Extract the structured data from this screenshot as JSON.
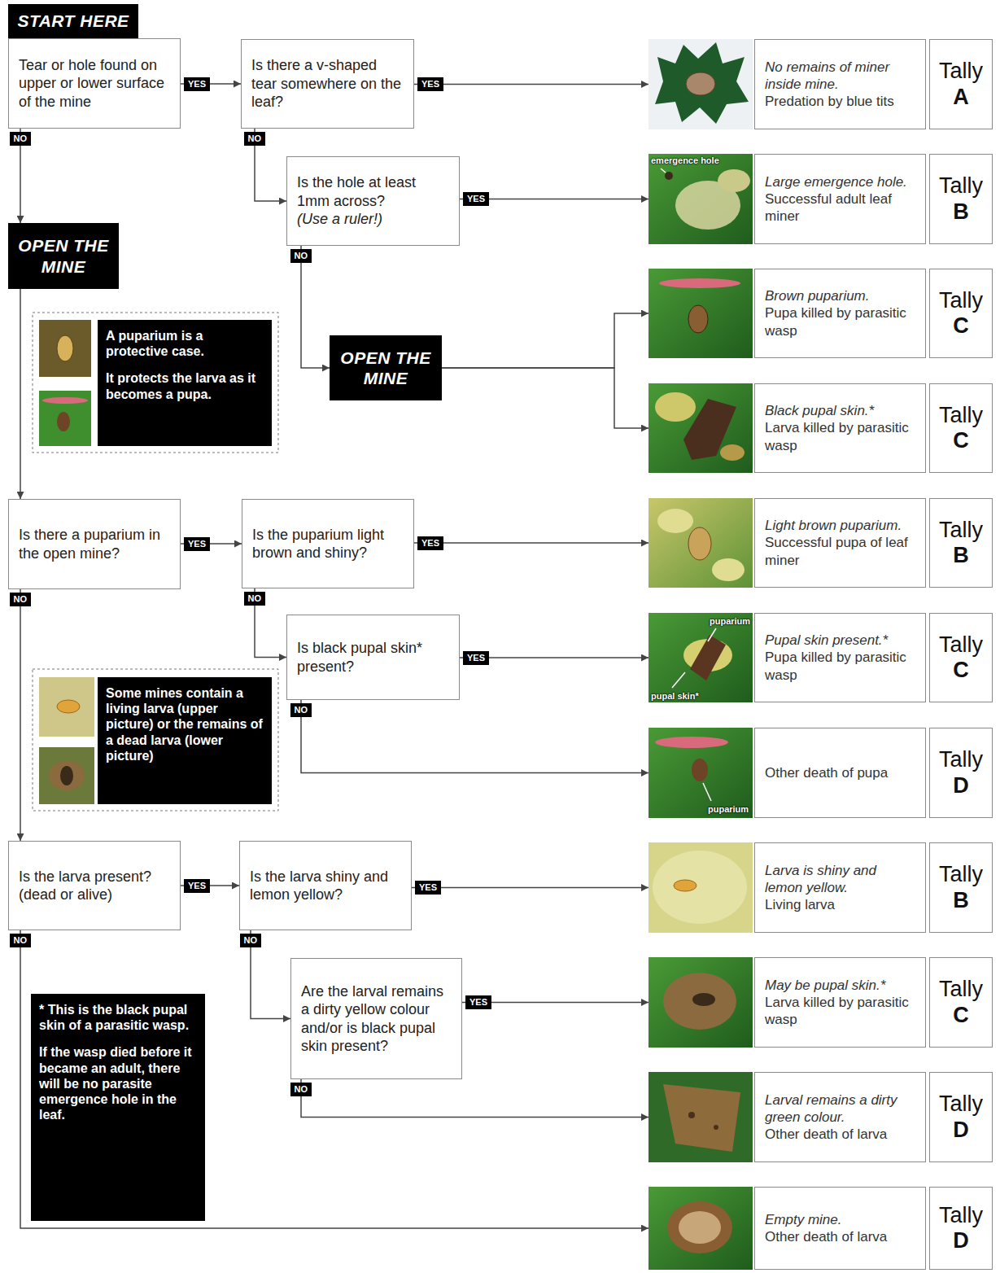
{
  "diagram": {
    "nodes": [
      {
        "text": [
          "START HERE"
        ]
      },
      {
        "text": [
          "Tear or hole found on upper or lower surface of the mine"
        ]
      },
      {
        "text": [
          "Is there a v-shaped tear somewhere on the leaf?"
        ]
      },
      {
        "text": [
          "No remains of miner inside mine.",
          "Predation by blue tits"
        ]
      },
      {
        "text": [
          "Tally",
          "A"
        ]
      },
      {
        "text": [
          "Is the hole at least 1mm across?",
          "(Use a ruler!)"
        ]
      },
      {
        "text": [
          "Large emergence hole.",
          "Successful adult leaf miner"
        ]
      },
      {
        "text": [
          "Tally",
          "B"
        ]
      },
      {
        "text": [
          "OPEN THE MINE"
        ]
      },
      {
        "text": [
          "Brown puparium.",
          "Pupa killed by parasitic wasp"
        ]
      },
      {
        "text": [
          "Tally",
          "C"
        ]
      },
      {
        "text": [
          "A puparium is a protective case.",
          "It protects the larva as it becomes a pupa."
        ]
      },
      {
        "text": [
          "OPEN THE MINE"
        ]
      },
      {
        "text": [
          "Black pupal skin.*",
          "Larva killed by parasitic wasp"
        ]
      },
      {
        "text": [
          "Tally",
          "C"
        ]
      },
      {
        "text": [
          "Is there a puparium in the open mine?"
        ]
      },
      {
        "text": [
          "Is the puparium light brown and shiny?"
        ]
      },
      {
        "text": [
          "Light brown puparium.",
          "Successful pupa of leaf miner"
        ]
      },
      {
        "text": [
          "Tally",
          "B"
        ]
      },
      {
        "text": [
          "Is black pupal skin* present?"
        ]
      },
      {
        "text": [
          "Pupal skin present.*",
          "Pupa killed by parasitic wasp"
        ]
      },
      {
        "text": [
          "Tally",
          "C"
        ]
      },
      {
        "text": [
          "Some mines contain a living larva (upper picture) or the remains of a dead larva (lower picture)"
        ]
      },
      {
        "text": [
          "Other death of pupa"
        ]
      },
      {
        "text": [
          "Tally",
          "D"
        ]
      },
      {
        "text": [
          "Is the larva present?",
          "(dead or alive)"
        ]
      },
      {
        "text": [
          "Is the larva shiny and lemon yellow?"
        ]
      },
      {
        "text": [
          "Larva is shiny and lemon yellow.",
          "Living larva"
        ]
      },
      {
        "text": [
          "Tally",
          "B"
        ]
      },
      {
        "text": [
          "Are the larval remains a dirty yellow colour and/or is black pupal skin present?"
        ]
      },
      {
        "text": [
          "May be pupal skin.*",
          "Larva killed by parasitic wasp"
        ]
      },
      {
        "text": [
          "Tally",
          "C"
        ]
      },
      {
        "text": [
          "* This is the black pupal skin of a parasitic wasp.",
          "If the wasp died before it became an adult, there will be no parasite emergence hole in the leaf."
        ]
      },
      {
        "text": [
          "Larval remains a dirty green colour.",
          "Other death of larva"
        ]
      },
      {
        "text": [
          "Tally",
          "D"
        ]
      },
      {
        "text": [
          "Empty mine.",
          "Other death of larva"
        ]
      },
      {
        "text": [
          "Tally",
          "D"
        ]
      }
    ],
    "edges": [
      {
        "from": 1,
        "to": 2,
        "label": "YES",
        "arrow": "to"
      },
      {
        "from": 2,
        "to": 3,
        "label": "YES",
        "arrow": "to"
      },
      {
        "from": 2,
        "to": 5,
        "label": "NO",
        "arrow": "to"
      },
      {
        "from": 5,
        "to": 6,
        "label": "YES",
        "arrow": "to"
      },
      {
        "from": 5,
        "to": 12,
        "label": "NO",
        "arrow": "to"
      },
      {
        "from": 12,
        "to": 9,
        "arrow": "to"
      },
      {
        "from": 12,
        "to": 13,
        "arrow": "to"
      },
      {
        "from": 1,
        "to": 8,
        "label": "NO",
        "arrow": "to"
      },
      {
        "from": 8,
        "to": 15,
        "arrow": "to"
      },
      {
        "from": 15,
        "to": 16,
        "label": "YES",
        "arrow": "to"
      },
      {
        "from": 16,
        "to": 17,
        "label": "YES",
        "arrow": "to"
      },
      {
        "from": 16,
        "to": 19,
        "label": "NO",
        "arrow": "to"
      },
      {
        "from": 19,
        "to": 20,
        "label": "YES",
        "arrow": "to"
      },
      {
        "from": 19,
        "to": 23,
        "label": "NO",
        "arrow": "to"
      },
      {
        "from": 15,
        "to": 25,
        "label": "NO",
        "arrow": "to"
      },
      {
        "from": 25,
        "to": 26,
        "label": "YES",
        "arrow": "to"
      },
      {
        "from": 26,
        "to": 27,
        "label": "YES",
        "arrow": "to"
      },
      {
        "from": 26,
        "to": 29,
        "label": "NO",
        "arrow": "to"
      },
      {
        "from": 29,
        "to": 30,
        "label": "YES",
        "arrow": "to"
      },
      {
        "from": 29,
        "to": 33,
        "label": "NO",
        "arrow": "to"
      },
      {
        "from": 25,
        "to": 35,
        "label": "NO",
        "arrow": "to"
      }
    ],
    "labels": [
      "emergence hole",
      "puparium",
      "pupal skin*",
      "puparium"
    ]
  }
}
